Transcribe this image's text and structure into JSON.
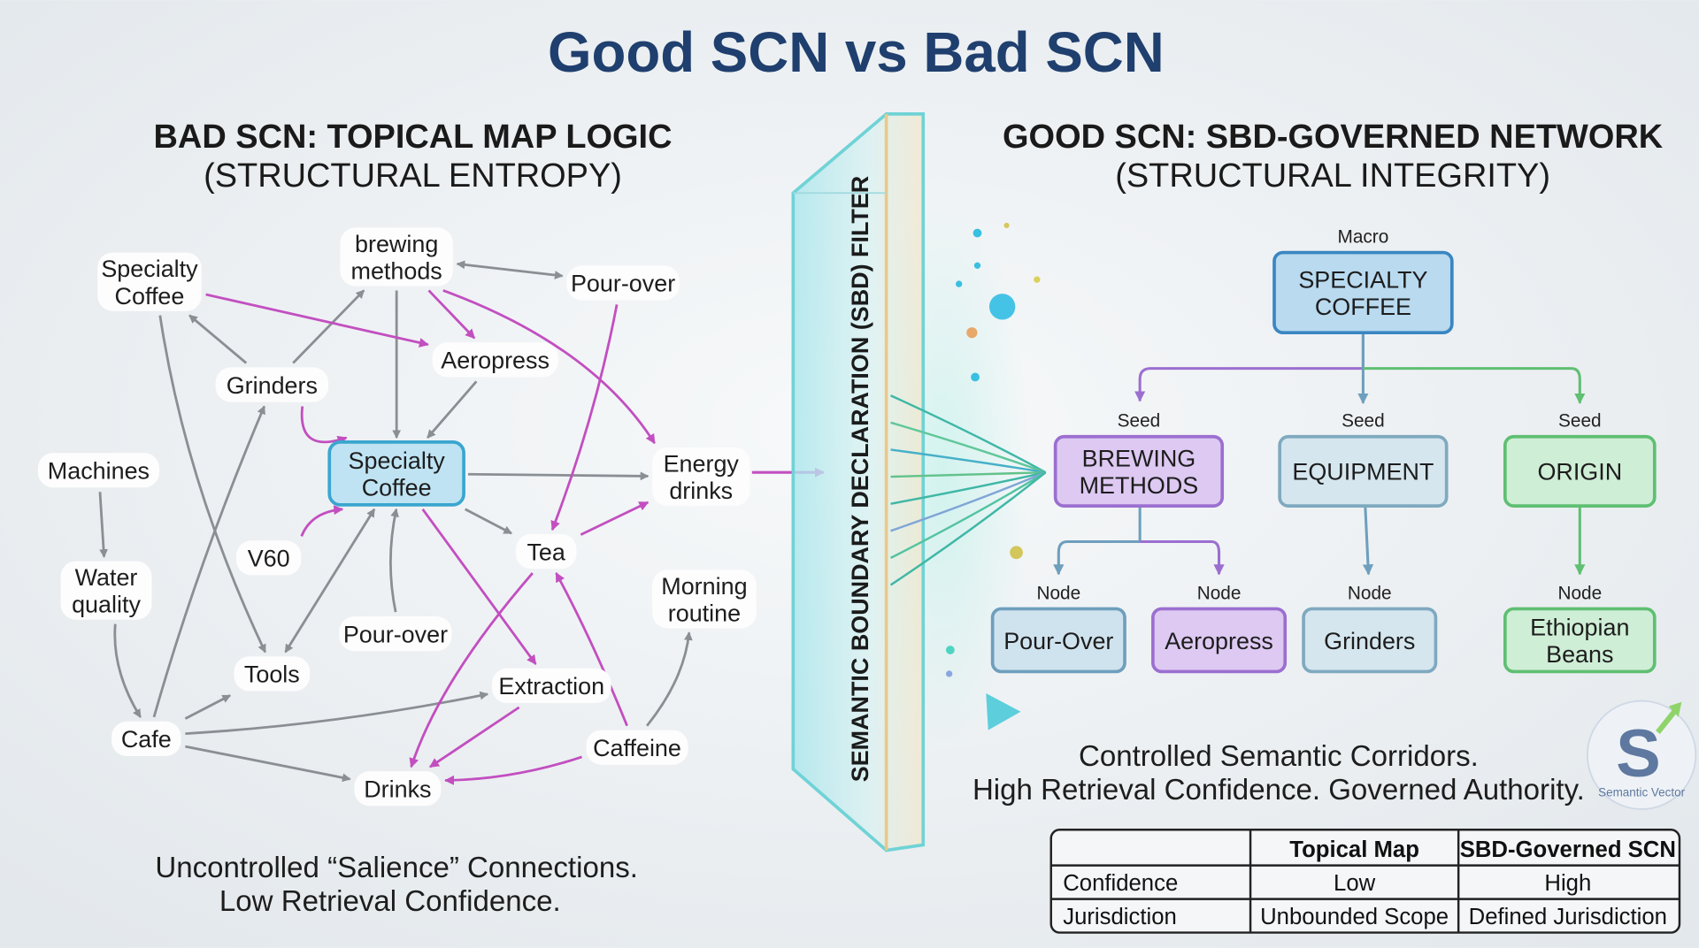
{
  "title": "Good SCN vs Bad SCN",
  "left": {
    "heading": "BAD SCN: TOPICAL MAP LOGIC",
    "subheading": "(STRUCTURAL ENTROPY)",
    "nodes": {
      "sc_top": [
        "Specialty",
        "Coffee"
      ],
      "brewing": [
        "brewing",
        "methods"
      ],
      "pourover1": [
        "Pour-over"
      ],
      "aeropress": [
        "Aeropress"
      ],
      "grinders": [
        "Grinders"
      ],
      "machines": [
        "Machines"
      ],
      "sc_center": [
        "Specialty",
        "Coffee"
      ],
      "energy": [
        "Energy",
        "drinks"
      ],
      "v60": [
        "V60"
      ],
      "tea": [
        "Tea"
      ],
      "morning": [
        "Morning",
        "routine"
      ],
      "water": [
        "Water",
        "quality"
      ],
      "pourover2": [
        "Pour-over"
      ],
      "tools": [
        "Tools"
      ],
      "extraction": [
        "Extraction"
      ],
      "cafe": [
        "Cafe"
      ],
      "caffeine": [
        "Caffeine"
      ],
      "drinks": [
        "Drinks"
      ]
    },
    "edges": [
      {
        "from": "brewing",
        "to": "pourover1",
        "type": "gray",
        "both": true
      },
      {
        "from": "grinders",
        "to": "sc_top",
        "type": "gray"
      },
      {
        "from": "grinders",
        "to": "brewing",
        "type": "gray"
      },
      {
        "from": "sc_top",
        "to": "tools",
        "type": "gray"
      },
      {
        "from": "brewing",
        "to": "sc_center",
        "type": "gray"
      },
      {
        "from": "aeropress",
        "to": "sc_center",
        "type": "gray"
      },
      {
        "from": "sc_center",
        "to": "energy",
        "type": "gray"
      },
      {
        "from": "sc_center",
        "to": "tea",
        "type": "gray"
      },
      {
        "from": "machines",
        "to": "water",
        "type": "gray"
      },
      {
        "from": "water",
        "to": "cafe",
        "type": "gray"
      },
      {
        "from": "cafe",
        "to": "grinders",
        "type": "gray"
      },
      {
        "from": "cafe",
        "to": "tools",
        "type": "gray"
      },
      {
        "from": "cafe",
        "to": "extraction",
        "type": "gray"
      },
      {
        "from": "cafe",
        "to": "drinks",
        "type": "gray"
      },
      {
        "from": "pourover2",
        "to": "sc_center",
        "type": "gray"
      },
      {
        "from": "tools",
        "to": "sc_center",
        "type": "gray",
        "both": true
      },
      {
        "from": "caffeine",
        "to": "morning",
        "type": "gray"
      },
      {
        "from": "sc_top",
        "to": "aeropress",
        "type": "magenta"
      },
      {
        "from": "brewing",
        "to": "aeropress",
        "type": "magenta"
      },
      {
        "from": "brewing",
        "to": "energy",
        "type": "magenta"
      },
      {
        "from": "pourover1",
        "to": "tea",
        "type": "magenta"
      },
      {
        "from": "grinders",
        "to": "sc_center",
        "type": "magenta"
      },
      {
        "from": "v60",
        "to": "sc_center",
        "type": "magenta"
      },
      {
        "from": "tea",
        "to": "energy",
        "type": "magenta"
      },
      {
        "from": "sc_center",
        "to": "extraction",
        "type": "magenta"
      },
      {
        "from": "tea",
        "to": "drinks",
        "type": "magenta"
      },
      {
        "from": "extraction",
        "to": "drinks",
        "type": "magenta"
      },
      {
        "from": "caffeine",
        "to": "tea",
        "type": "magenta"
      },
      {
        "from": "caffeine",
        "to": "drinks",
        "type": "magenta"
      }
    ],
    "caption": [
      "Uncontrolled “Salience” Connections.",
      "Low Retrieval Confidence."
    ]
  },
  "filter": {
    "label": "SEMANTIC BOUNDARY DECLARATION (SBD) FILTER"
  },
  "right": {
    "heading": "GOOD SCN: SBD-GOVERNED NETWORK",
    "subheading": "(STRUCTURAL INTEGRITY)",
    "macro": {
      "tag": "Macro",
      "label": [
        "SPECIALTY",
        "COFFEE"
      ]
    },
    "seeds": [
      {
        "tag": "Seed",
        "label": [
          "BREWING",
          "METHODS"
        ],
        "color": "#9b6fd0"
      },
      {
        "tag": "Seed",
        "label": [
          "EQUIPMENT"
        ],
        "color": "#7fa9bf"
      },
      {
        "tag": "Seed",
        "label": [
          "ORIGIN"
        ],
        "color": "#5fbf72"
      }
    ],
    "nodes": [
      {
        "tag": "Node",
        "label": [
          "Pour-Over"
        ],
        "color": "#6e9fbd"
      },
      {
        "tag": "Node",
        "label": [
          "Aeropress"
        ],
        "color": "#9b6fd0"
      },
      {
        "tag": "Node",
        "label": [
          "Grinders"
        ],
        "color": "#7fa9bf"
      },
      {
        "tag": "Node",
        "label": [
          "Ethiopian",
          "Beans"
        ],
        "color": "#5fbf72"
      }
    ],
    "caption": [
      "Controlled Semantic Corridors.",
      "High Retrieval Confidence. Governed Authority."
    ],
    "logo_text": "Semantic Vector"
  },
  "table": {
    "headers": [
      "",
      "Topical Map",
      "SBD-Governed SCN"
    ],
    "rows": [
      [
        "Confidence",
        "Low",
        "High"
      ],
      [
        "Jurisdiction",
        "Unbounded Scope",
        "Defined Jurisdiction"
      ]
    ]
  },
  "colors": {
    "title": "#1f3f6e",
    "gray_edge": "#8a8f94",
    "magenta_edge": "#c24fc0",
    "center_node": "#bfe3f2"
  }
}
